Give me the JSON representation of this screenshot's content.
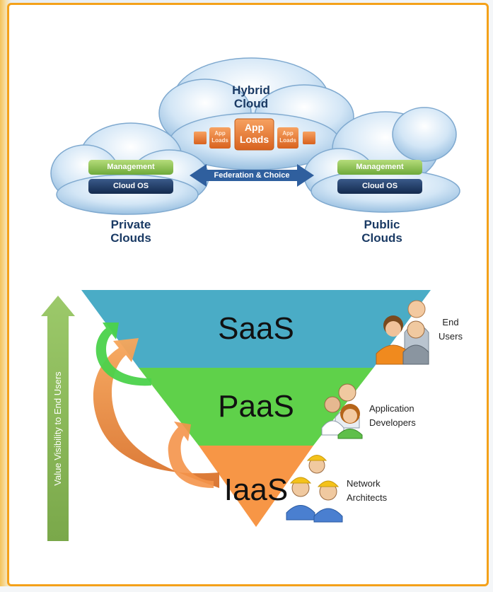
{
  "cloud": {
    "hybrid_line1": "Hybrid",
    "hybrid_line2": "Cloud",
    "app_loads_main_1": "App",
    "app_loads_main_2": "Loads",
    "app_loads_small_1": "App",
    "app_loads_small_2": "Loads",
    "federation": "Federation & Choice",
    "private": {
      "management": "Management",
      "cloud_os": "Cloud OS",
      "label_1": "Private",
      "label_2": "Clouds"
    },
    "public": {
      "management": "Management",
      "cloud_os": "Cloud OS",
      "label_1": "Public",
      "label_2": "Clouds"
    }
  },
  "pyramid": {
    "saas": "SaaS",
    "paas": "PaaS",
    "iaas": "IaaS",
    "arrow_label": "Value Visibility to End Users"
  },
  "audiences": {
    "end_users_1": "End",
    "end_users_2": "Users",
    "app_dev_1": "Application",
    "app_dev_2": "Developers",
    "net_arch_1": "Network",
    "net_arch_2": "Architects"
  },
  "colors": {
    "frame": "#f4a11a",
    "saas": "#4aacc6",
    "paas": "#5fd14a",
    "iaas": "#f79646",
    "value_arrow": "#8aba5a",
    "federation": "#2f5f9e"
  }
}
